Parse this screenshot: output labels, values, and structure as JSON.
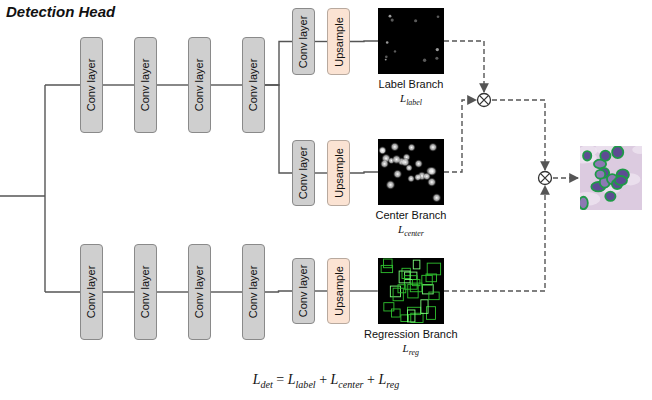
{
  "diagram": {
    "title": "Detection Head",
    "nodes": [
      {
        "text": [
          "Conv layer"
        ]
      },
      {
        "text": [
          "Conv layer"
        ]
      },
      {
        "text": [
          "Conv layer"
        ]
      },
      {
        "text": [
          "Conv layer"
        ]
      },
      {
        "text": [
          "Conv layer"
        ]
      },
      {
        "text": [
          "Upsample"
        ]
      },
      {
        "text": [
          "Label Branch",
          "Llabel"
        ]
      },
      {
        "text": [
          "Conv layer"
        ]
      },
      {
        "text": [
          "Upsample"
        ]
      },
      {
        "text": [
          "Center Branch",
          "Lcenter"
        ]
      },
      {
        "text": [
          "Conv layer"
        ]
      },
      {
        "text": [
          "Conv layer"
        ]
      },
      {
        "text": [
          "Conv layer"
        ]
      },
      {
        "text": [
          "Conv layer"
        ]
      },
      {
        "text": [
          "Conv layer"
        ]
      },
      {
        "text": [
          "Upsample"
        ]
      },
      {
        "text": [
          "Regression Branch",
          "Lreg"
        ]
      }
    ],
    "edges": [
      {
        "from": 0,
        "to": 1,
        "arrow": "none"
      },
      {
        "from": 1,
        "to": 2,
        "arrow": "none"
      },
      {
        "from": 2,
        "to": 3,
        "arrow": "none"
      },
      {
        "from": 3,
        "to": 4,
        "arrow": "none"
      },
      {
        "from": 3,
        "to": 7,
        "arrow": "none"
      },
      {
        "from": 4,
        "to": 5,
        "arrow": "none"
      },
      {
        "from": 5,
        "to": 6,
        "arrow": "none"
      },
      {
        "from": 7,
        "to": 8,
        "arrow": "none"
      },
      {
        "from": 8,
        "to": 9,
        "arrow": "none"
      },
      {
        "from": 10,
        "to": 11,
        "arrow": "none"
      },
      {
        "from": 11,
        "to": 12,
        "arrow": "none"
      },
      {
        "from": 12,
        "to": 13,
        "arrow": "none"
      },
      {
        "from": 13,
        "to": 14,
        "arrow": "none"
      },
      {
        "from": 14,
        "to": 15,
        "arrow": "none"
      },
      {
        "from": 15,
        "to": 16,
        "arrow": "none"
      }
    ],
    "labels": [
      "Ldet = Llabel + Lcenter + Lreg"
    ]
  }
}
